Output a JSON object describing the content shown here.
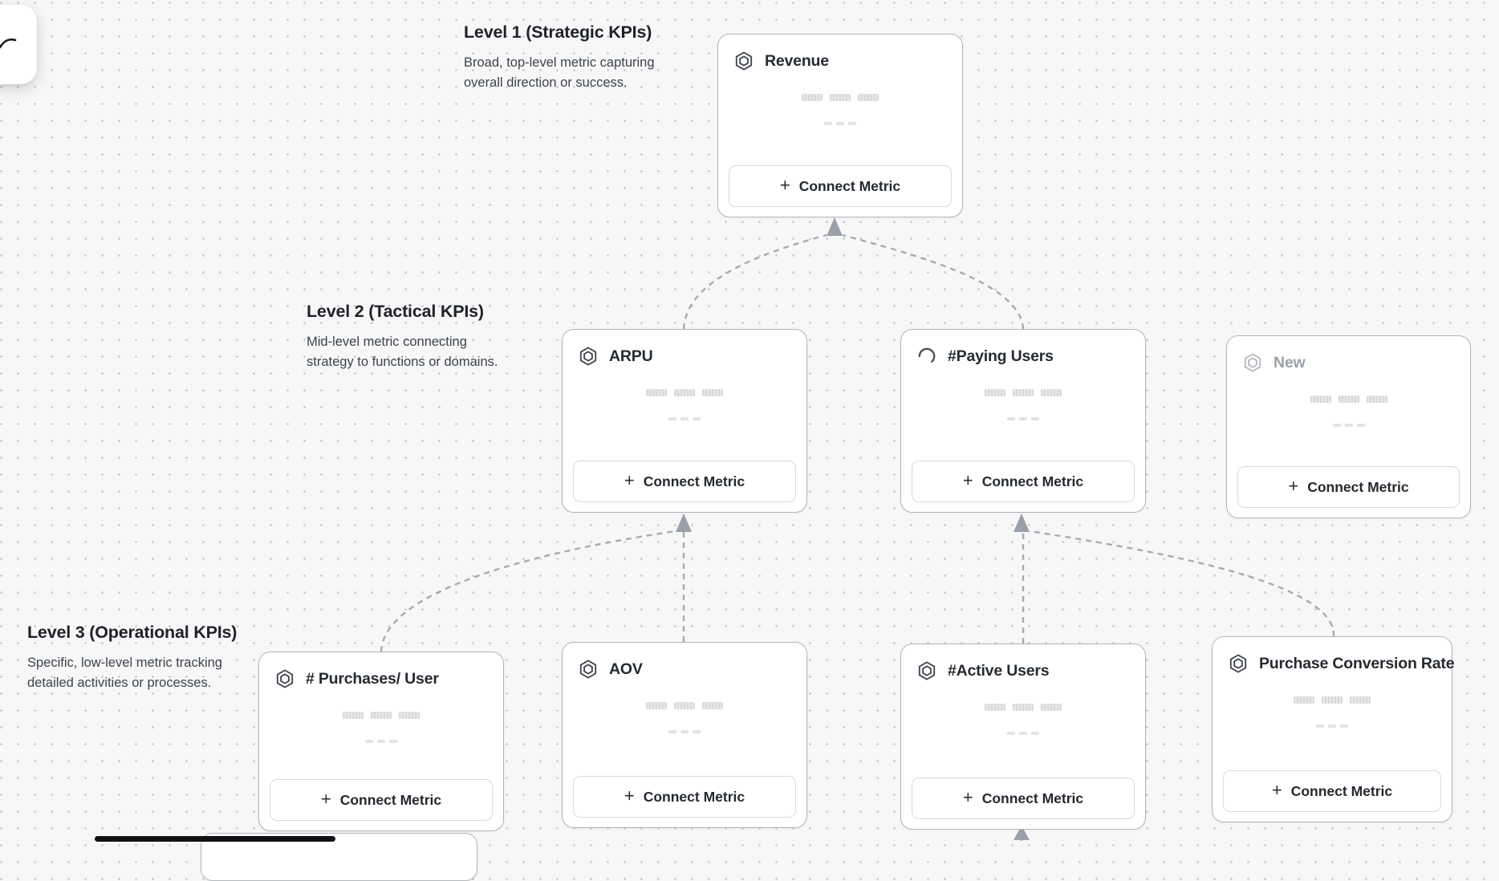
{
  "ui": {
    "plus_glyph": "+"
  },
  "icons": {
    "card_icon": "metric-hexagon-icon",
    "loading_icon": "loading-spinner-icon",
    "tool_icon": "pen-stroke-icon"
  },
  "levels": [
    {
      "title": "Level 1 (Strategic KPIs)",
      "desc_line1": "Broad, top-level metric capturing",
      "desc_line2": "overall direction or success."
    },
    {
      "title": "Level 2 (Tactical KPIs)",
      "desc_line1": "Mid-level metric connecting",
      "desc_line2": "strategy to functions or domains."
    },
    {
      "title": "Level 3 (Operational KPIs)",
      "desc_line1": "Specific, low-level metric tracking",
      "desc_line2": "detailed activities or processes."
    }
  ],
  "cards": [
    {
      "title": "Revenue",
      "button_label": "Connect Metric"
    },
    {
      "title": "ARPU",
      "button_label": "Connect Metric"
    },
    {
      "title": "#Paying Users",
      "button_label": "Connect Metric"
    },
    {
      "title": "New",
      "button_label": "Connect Metric"
    },
    {
      "title": "# Purchases/ User",
      "button_label": "Connect Metric"
    },
    {
      "title": "AOV",
      "button_label": "Connect Metric"
    },
    {
      "title": "#Active Users",
      "button_label": "Connect Metric"
    },
    {
      "title": "Purchase Conversion Rate",
      "button_label": "Connect Metric"
    }
  ]
}
